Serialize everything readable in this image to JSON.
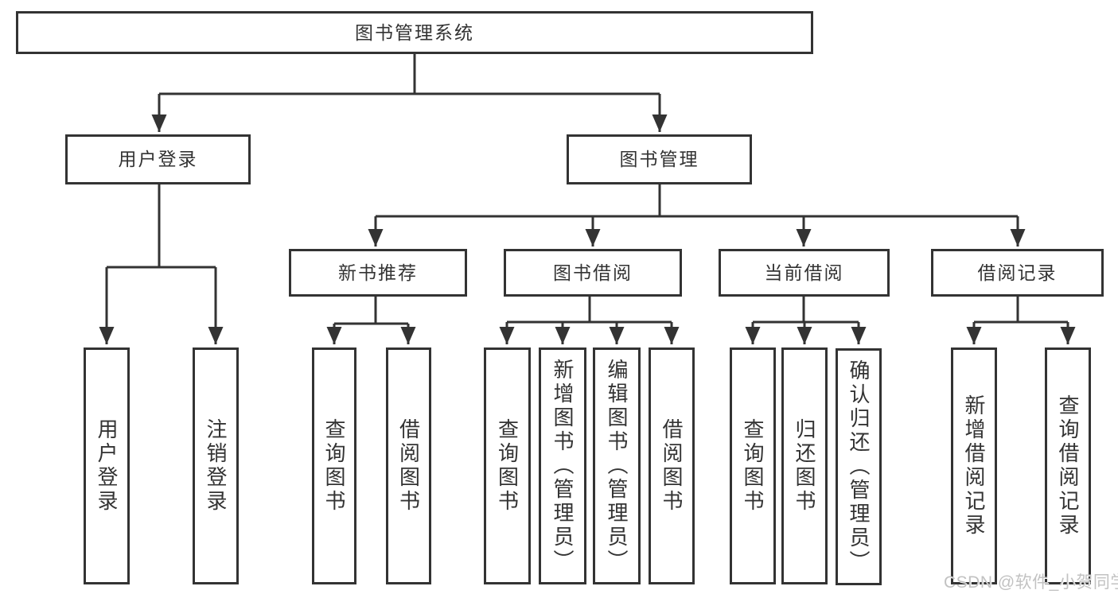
{
  "diagram_type": "functional-structure-tree",
  "colors": {
    "line": "#333333",
    "node_border": "#333333",
    "node_text": "#333333",
    "background": "#ffffff",
    "watermark": "#c2c2c2"
  },
  "watermark": "CSDN @软件_小贺同学",
  "tree": {
    "root": "图书管理系统",
    "level2": [
      {
        "label": "用户登录",
        "children": [
          "用户登录",
          "注销登录"
        ]
      },
      {
        "label": "图书管理",
        "groups": [
          {
            "label": "新书推荐",
            "children": [
              "查询图书",
              "借阅图书"
            ]
          },
          {
            "label": "图书借阅",
            "children": [
              "查询图书",
              "新增图书（管理员）",
              "编辑图书（管理员）",
              "借阅图书"
            ]
          },
          {
            "label": "当前借阅",
            "children": [
              "查询图书",
              "归还图书",
              "确认归还（管理员）"
            ]
          },
          {
            "label": "借阅记录",
            "children": [
              "新增借阅记录",
              "查询借阅记录"
            ]
          }
        ]
      }
    ]
  }
}
